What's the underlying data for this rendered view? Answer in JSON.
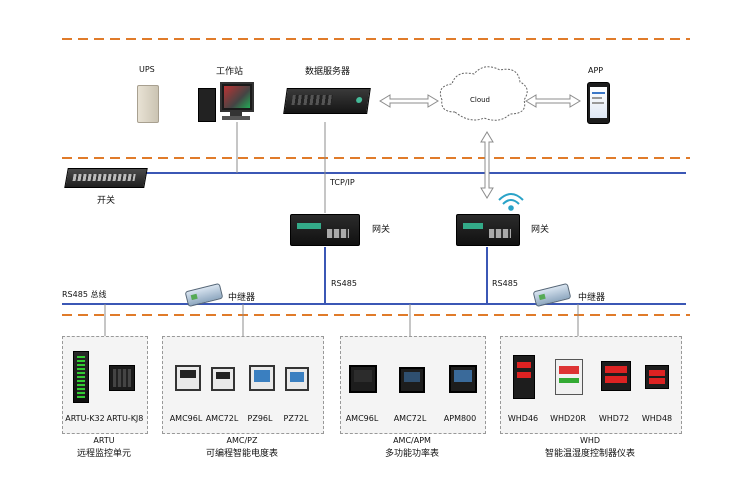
{
  "labels": {
    "ups": "UPS",
    "workstation": "工作站",
    "data_server": "数据服务器",
    "cloud": "Cloud",
    "app": "APP",
    "switch": "开关",
    "tcpip": "TCP/IP",
    "gateway1": "网关",
    "gateway2": "网关",
    "rs485_bus": "RS485 总线",
    "repeater1": "中继器",
    "repeater2": "中继器",
    "rs485_1": "RS485",
    "rs485_2": "RS485"
  },
  "groups": [
    {
      "devices": [
        "ARTU-K32",
        "ARTU-KJ8"
      ],
      "title": "ARTU",
      "subtitle": "远程监控单元"
    },
    {
      "devices": [
        "AMC96L",
        "AMC72L",
        "PZ96L",
        "PZ72L"
      ],
      "title": "AMC/PZ",
      "subtitle": "可编程智能电度表"
    },
    {
      "devices": [
        "AMC96L",
        "AMC72L",
        "APM800"
      ],
      "title": "AMC/APM",
      "subtitle": "多功能功率表"
    },
    {
      "devices": [
        "WHD46",
        "WHD20R",
        "WHD72",
        "WHD48"
      ],
      "title": "WHD",
      "subtitle": "智能温湿度控制器仪表"
    }
  ],
  "colors": {
    "bus_line": "#3b57b5",
    "dashed_separator": "#e07b2a",
    "connector": "#8c8c8c"
  },
  "icons": {
    "ups": "ups-icon",
    "workstation": "workstation-icon",
    "server": "server-icon",
    "cloud": "cloud-icon",
    "phone": "phone-icon",
    "switch": "network-switch-icon",
    "gateway": "gateway-icon",
    "wifi": "wifi-icon",
    "repeater": "repeater-icon",
    "meter": "meter-icon"
  }
}
